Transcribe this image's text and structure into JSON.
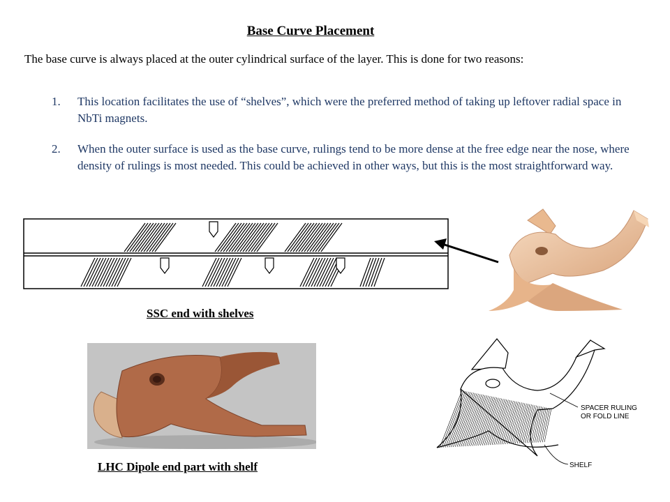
{
  "heading": "Base Curve Placement",
  "intro": "The base curve is always placed at the outer cylindrical surface of the layer.  This is done for two reasons:",
  "reasons": [
    {
      "number": "1.",
      "text": "This location facilitates the use of “shelves”, which were the preferred method of taking up leftover radial space in NbTi magnets."
    },
    {
      "number": "2.",
      "text": "When the outer surface is used as the base curve, rulings tend to be more dense at the free edge near the nose, where density of rulings is most needed.  This could be achieved in other ways, but this is the most straightforward way."
    }
  ],
  "captions": {
    "ssc": "SSC end with shelves",
    "lhc": "LHC Dipole end part with shelf"
  },
  "drawing_labels": {
    "spacer_line1": "SPACER RULING",
    "spacer_line2": "OR FOLD LINE",
    "shelf": "SHELF"
  },
  "colors": {
    "list_text": "#1f3864",
    "part_surface": "#f2c8a4",
    "fiberglass": "#b06a48"
  }
}
